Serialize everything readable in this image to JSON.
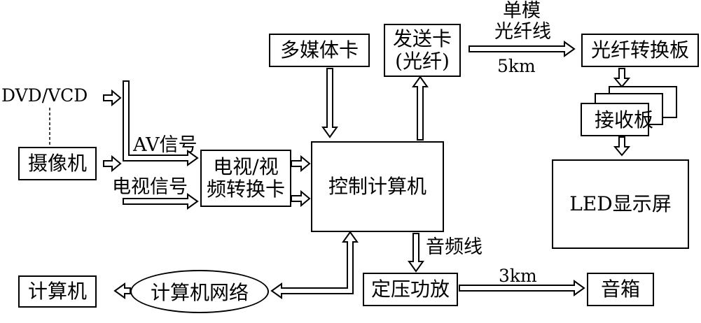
{
  "boxes": {
    "camera": "摄像机",
    "multimedia_card": "多媒体卡",
    "send_card": [
      "发送卡",
      "(光纤)"
    ],
    "fiber_converter": "光纤转换板",
    "receive_card": "接收板",
    "led_screen": "LED显示屏",
    "tv_video_card": [
      "电视/视",
      "频转换卡"
    ],
    "control_computer": "控制计算机",
    "computer": "计算机",
    "computer_network": "计算机网络",
    "amplifier": "定压功放",
    "speaker": "音箱"
  },
  "labels": {
    "dvd_vcd": "DVD/VCD",
    "av_signal": "AV信号",
    "tv_signal": "电视信号",
    "single_mode_fiber": [
      "单模",
      "光纤线"
    ],
    "distance_fiber": "5km",
    "audio_line": "音频线",
    "distance_audio": "3km"
  }
}
